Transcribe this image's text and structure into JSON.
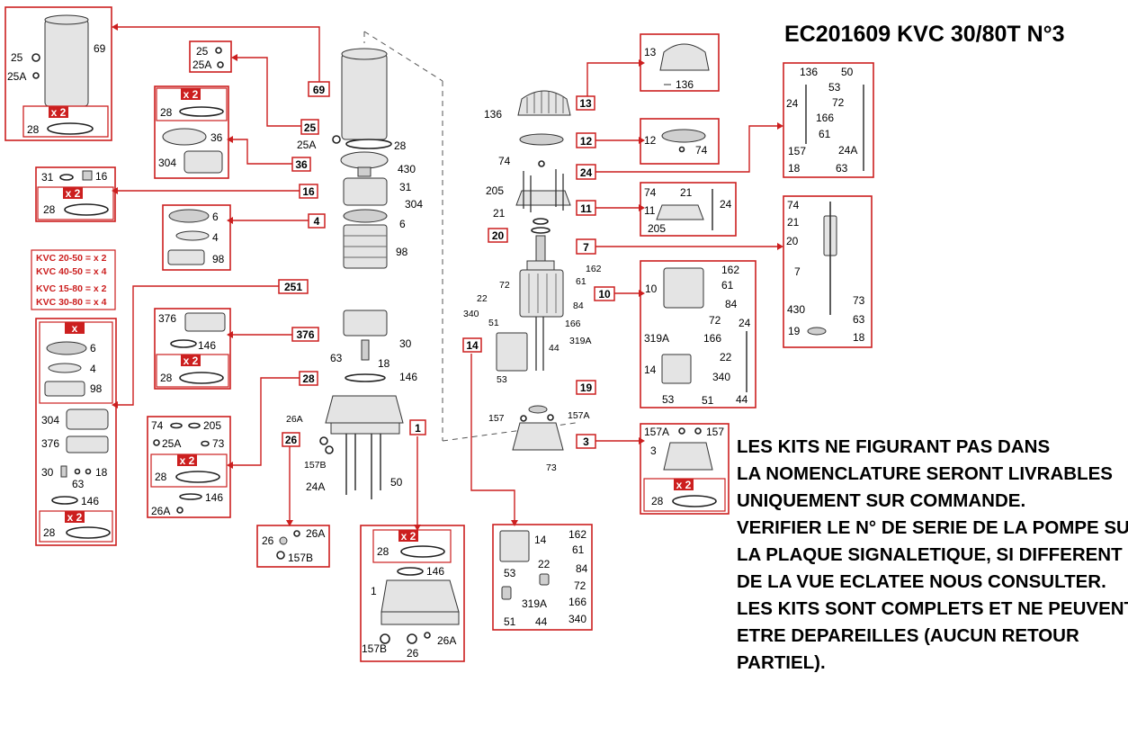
{
  "title": "EC201609 KVC 30/80T N°3",
  "notes": [
    "LES KITS NE FIGURANT PAS DANS",
    "LA NOMENCLATURE SERONT LIVRABLES",
    "UNIQUEMENT SUR COMMANDE.",
    "VERIFIER LE N° DE SERIE DE LA POMPE SUR",
    "LA PLAQUE SIGNALETIQUE, SI DIFFERENT",
    "DE LA VUE ECLATEE NOUS CONSULTER.",
    "LES KITS SONT COMPLETS ET NE PEUVENT",
    "ETRE DEPAREILLES (AUCUN RETOUR",
    "PARTIEL)."
  ],
  "kvc_quantities": [
    "KVC 20-50 = x 2",
    "KVC 40-50 = x 4",
    "KVC 15-80 = x 2",
    "KVC 30-80 = x 4"
  ],
  "qty_tags": {
    "x2": "x 2",
    "x": "x"
  },
  "kit_tags": {
    "k69": "69",
    "k25": "25",
    "k36": "36",
    "k16": "16",
    "k4": "4",
    "k251": "251",
    "k376": "376",
    "k28": "28",
    "k26": "26",
    "k1": "1",
    "k13": "13",
    "k12": "12",
    "k24": "24",
    "k11": "11",
    "k20": "20",
    "k7": "7",
    "k10": "10",
    "k14": "14",
    "k19": "19",
    "k3": "3"
  },
  "labels": {
    "l69_25": "25",
    "l69_25A": "25A",
    "l69_69": "69",
    "l69_28": "28",
    "lb25_25": "25",
    "lb25_25A": "25A",
    "lb36_28a": "28",
    "lb36_36": "36",
    "lb36_304": "304",
    "lb16_31": "31",
    "lb16_16": "16",
    "lb16_28": "28",
    "lb4_6": "6",
    "lb4_4": "4",
    "lb4_98": "98",
    "lbx_6": "6",
    "lbx_4": "4",
    "lbx_98": "98",
    "lbx_304": "304",
    "lbx_376": "376",
    "lbx_30": "30",
    "lbx_63": "63",
    "lbx_18": "18",
    "lbx_146": "146",
    "lbx_28": "28",
    "lb376_376": "376",
    "lb376_146": "146",
    "lb376_28": "28",
    "lb28_74": "74",
    "lb28_205": "205",
    "lb28_25A": "25A",
    "lb28_73": "73",
    "lb28_28": "28",
    "lb28_146": "146",
    "lb28_26A": "26A",
    "lb26_26": "26",
    "lb26_26A": "26A",
    "lb26_157B": "157B",
    "lb1_28": "28",
    "lb1_146": "146",
    "lb1_1": "1",
    "lb1_157B": "157B",
    "lb1_26": "26",
    "lb1_26A": "26A",
    "c_25A": "25A",
    "c_28": "28",
    "c_430": "430",
    "c_31": "31",
    "c_304": "304",
    "c_6": "6",
    "c_98": "98",
    "c_30": "30",
    "c_63": "63",
    "c_18": "18",
    "c_146": "146",
    "c_26A": "26A",
    "c_157B": "157B",
    "c_24A": "24A",
    "c_50": "50",
    "r_136": "136",
    "r_74": "74",
    "r_205": "205",
    "r_21": "21",
    "r_72": "72",
    "r_22": "22",
    "r_340": "340",
    "r_51": "51",
    "r_53": "53",
    "r_162": "162",
    "r_61": "61",
    "r_84": "84",
    "r_166": "166",
    "r_44": "44",
    "r_319A": "319A",
    "r_157": "157",
    "r_157A": "157A",
    "r_73": "73",
    "rb13_13": "13",
    "rb13_136": "136",
    "rb12_12": "12",
    "rb12_74": "74",
    "rb24_136": "136",
    "rb24_50": "50",
    "rb24_53": "53",
    "rb24_24": "24",
    "rb24_72": "72",
    "rb24_166": "166",
    "rb24_61": "61",
    "rb24_157": "157",
    "rb24_24A": "24A",
    "rb24_18": "18",
    "rb24_63": "63",
    "rb11_74": "74",
    "rb11_21": "21",
    "rb11_24": "24",
    "rb11_11": "11",
    "rb11_205": "205",
    "rb7_74": "74",
    "rb7_21": "21",
    "rb7_20": "20",
    "rb7_7": "7",
    "rb7_430": "430",
    "rb7_73": "73",
    "rb7_63": "63",
    "rb7_19": "19",
    "rb7_18": "18",
    "rb10_162": "162",
    "rb10_10": "10",
    "rb10_61": "61",
    "rb10_84": "84",
    "rb10_72": "72",
    "rb10_24": "24",
    "rb10_319A": "319A",
    "rb10_166": "166",
    "rb10_22": "22",
    "rb10_14": "14",
    "rb10_340": "340",
    "rb10_53": "53",
    "rb10_51": "51",
    "rb10_44": "44",
    "rb3_157A": "157A",
    "rb3_157": "157",
    "rb3_3": "3",
    "rb3_28": "28",
    "rb14_14": "14",
    "rb14_162": "162",
    "rb14_61": "61",
    "rb14_53": "53",
    "rb14_22": "22",
    "rb14_84": "84",
    "rb14_72": "72",
    "rb14_319A": "319A",
    "rb14_166": "166",
    "rb14_51": "51",
    "rb14_44": "44",
    "rb14_340": "340"
  },
  "colors": {
    "accent": "#cc1f1f",
    "tag_fill": "#ffffff",
    "x2_fill": "#cc1f1f"
  }
}
